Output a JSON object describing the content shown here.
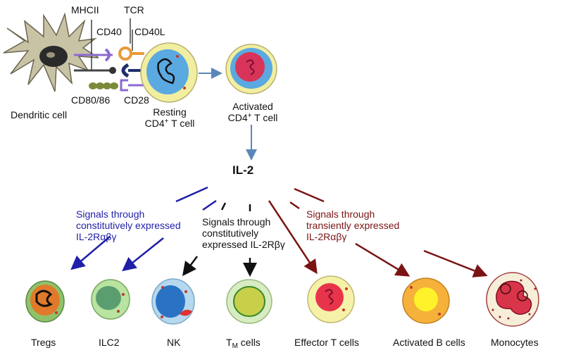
{
  "top": {
    "dendritic_cell": "Dendritic cell",
    "mhcii": "MHCII",
    "cd40": "CD40",
    "tcr": "TCR",
    "cd40l": "CD40L",
    "cd80_86": "CD80/86",
    "cd28": "CD28",
    "resting_line1": "Resting",
    "resting_line2": "CD4",
    "resting_sup": "+",
    "resting_line2b": " T cell",
    "activated_line1": "Activated",
    "activated_line2": "CD4",
    "activated_sup": "+",
    "activated_line2b": " T cell"
  },
  "center": {
    "il2": "IL-2"
  },
  "signals": {
    "blue_line1": "Signals through",
    "blue_line2": "constitutively expressed",
    "blue_line3": "IL-2Rαβγ",
    "black_line1": "Signals through",
    "black_line2": "constitutively",
    "black_line3": "expressed IL-2Rβγ",
    "red_line1": "Signals through",
    "red_line2": "transiently expressed",
    "red_line3": "IL-2Rαβγ"
  },
  "cells": {
    "tregs": "Tregs",
    "ilc2": "ILC2",
    "nk": "NK",
    "tm_main": "T",
    "tm_sub": "M",
    "tm_rest": " cells",
    "effector": "Effector T cells",
    "activated_b": "Activated B cells",
    "monocytes": "Monocytes"
  },
  "colors": {
    "blue_arrow": "#1f1fa8",
    "black_arrow": "#111111",
    "red_arrow": "#7a1414",
    "flow_arrow": "#5b87b8"
  }
}
